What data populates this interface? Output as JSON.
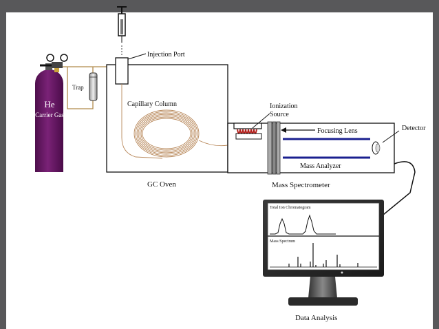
{
  "labels": {
    "he": "He",
    "carrier_gas": "Carrier Gas",
    "trap": "Trap",
    "injection_port": "Injection Port",
    "capillary_column": "Capillary Column",
    "gc_oven": "GC Oven",
    "ionization": "Ionization",
    "source": "Source",
    "focusing_lens": "Focusing Lens",
    "detector": "Detector",
    "mass_analyzer": "Mass Analyzer",
    "mass_spectrometer": "Mass Spectrometer",
    "total_ion_chromatogram": "Total Ion Chromatogram",
    "mass_spectrum": "Mass Spectrum",
    "data_analysis": "Data Analysis"
  },
  "colors": {
    "background": "#58585a",
    "panel": "#ffffff",
    "cylinder": "#6e1a6b",
    "column_coil": "#b8885a",
    "filament": "#b3201c",
    "analyzer_rods": "#1a1f8f",
    "line": "#111111"
  }
}
